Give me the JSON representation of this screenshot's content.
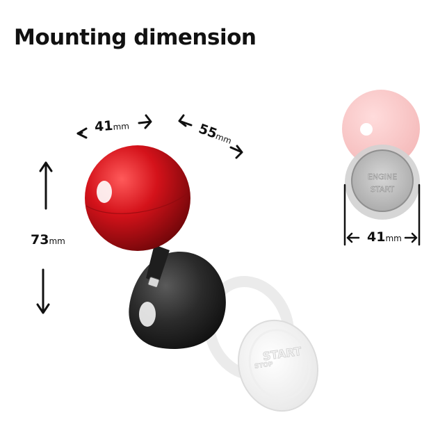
{
  "title": "Mounting dimension",
  "dimensions": {
    "width": {
      "value": "41",
      "unit": "mm"
    },
    "depth": {
      "value": "55",
      "unit": "mm"
    },
    "height": {
      "value": "73",
      "unit": "mm"
    },
    "cover_width": {
      "value": "41",
      "unit": "mm"
    }
  },
  "button_text": {
    "line1": "ENGINE",
    "line2": "START"
  },
  "ring_text": {
    "line1": "START",
    "line2": "STOP"
  },
  "colors": {
    "knob_red": "#d4121a",
    "knob_dark": "#2b2b2b",
    "arrow": "#111111",
    "button_grey": "#bdbdbd"
  }
}
